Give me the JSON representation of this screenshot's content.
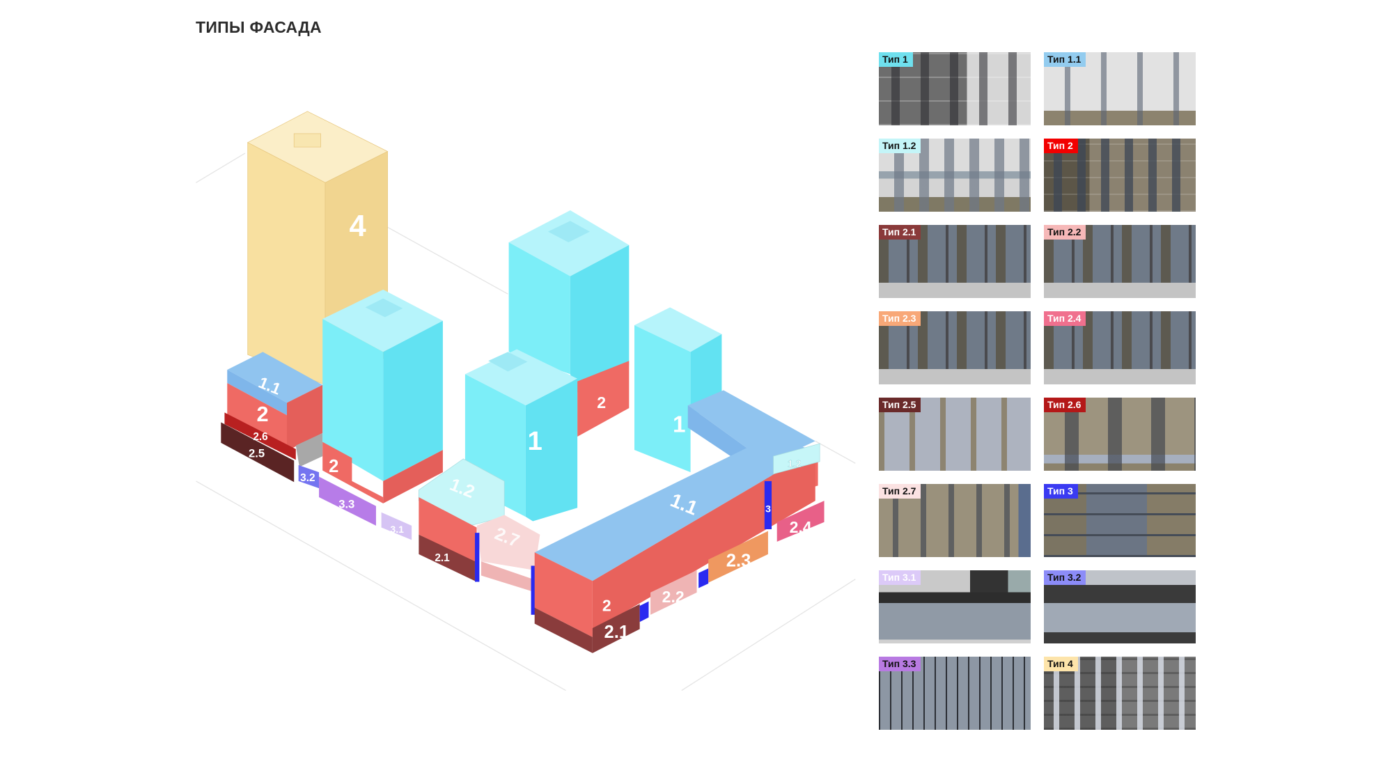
{
  "page": {
    "title": "ТИПЫ ФАСАДА"
  },
  "diagram": {
    "labels": {
      "tower_4": "4",
      "tower_1_center": "1",
      "tower_1_right": "1",
      "left_roof": "1.1",
      "left_red": "2",
      "left_26": "2.6",
      "left_25": "2.5",
      "tower_a_red": "2",
      "back_red": "2",
      "l32": "3.2",
      "l33": "3.3",
      "l31": "3.1",
      "l12": "1.2",
      "l12_right": "1.2",
      "l21_left": "2.1",
      "l27": "2.7",
      "l22_left": "2.2",
      "main_roof": "1.1",
      "main_red": "2",
      "l21_corner": "2.1",
      "l22": "2.2",
      "l23": "2.3",
      "l3": "3",
      "l24": "2.4"
    },
    "colors": {
      "type1": "#7ceef8",
      "type11": "#8fc6f0",
      "type12": "#c6f6f8",
      "type2": "#ef6a64",
      "type21": "#8a3c3c",
      "type22": "#efb4b4",
      "type23": "#ef9860",
      "type24": "#e86088",
      "type25": "#5a2424",
      "type26": "#b82020",
      "type27": "#f8d8d8",
      "type3": "#2a2af0",
      "type31": "#d6c4f4",
      "type32": "#7474f0",
      "type33": "#b77ce8",
      "type4": "#f8e0a0"
    }
  },
  "legend": [
    {
      "label": "Тип 1",
      "badge": "#6fe0ee",
      "text": "#111111"
    },
    {
      "label": "Тип 1.1",
      "badge": "#93ccef",
      "text": "#111111"
    },
    {
      "label": "Тип 1.2",
      "badge": "#c4f5f8",
      "text": "#111111"
    },
    {
      "label": "Тип 2",
      "badge": "#f20000",
      "text": "#ffffff"
    },
    {
      "label": "Тип 2.1",
      "badge": "#8a3a3a",
      "text": "#ffffff"
    },
    {
      "label": "Тип 2.2",
      "badge": "#f6b8b8",
      "text": "#111111"
    },
    {
      "label": "Тип 2.3",
      "badge": "#f8a878",
      "text": "#ffffff"
    },
    {
      "label": "Тип 2.4",
      "badge": "#f0708e",
      "text": "#ffffff"
    },
    {
      "label": "Тип 2.5",
      "badge": "#6a2a2a",
      "text": "#ffffff"
    },
    {
      "label": "Тип 2.6",
      "badge": "#b41818",
      "text": "#ffffff"
    },
    {
      "label": "Тип 2.7",
      "badge": "#fbe2e2",
      "text": "#111111"
    },
    {
      "label": "Тип 3",
      "badge": "#3a3af2",
      "text": "#ffffff"
    },
    {
      "label": "Тип 3.1",
      "badge": "#dccaf8",
      "text": "#ffffff"
    },
    {
      "label": "Тип 3.2",
      "badge": "#8c8cf8",
      "text": "#111111"
    },
    {
      "label": "Тип 3.3",
      "badge": "#b87ae2",
      "text": "#111111"
    },
    {
      "label": "Тип 4",
      "badge": "#fde4aa",
      "text": "#111111"
    }
  ]
}
